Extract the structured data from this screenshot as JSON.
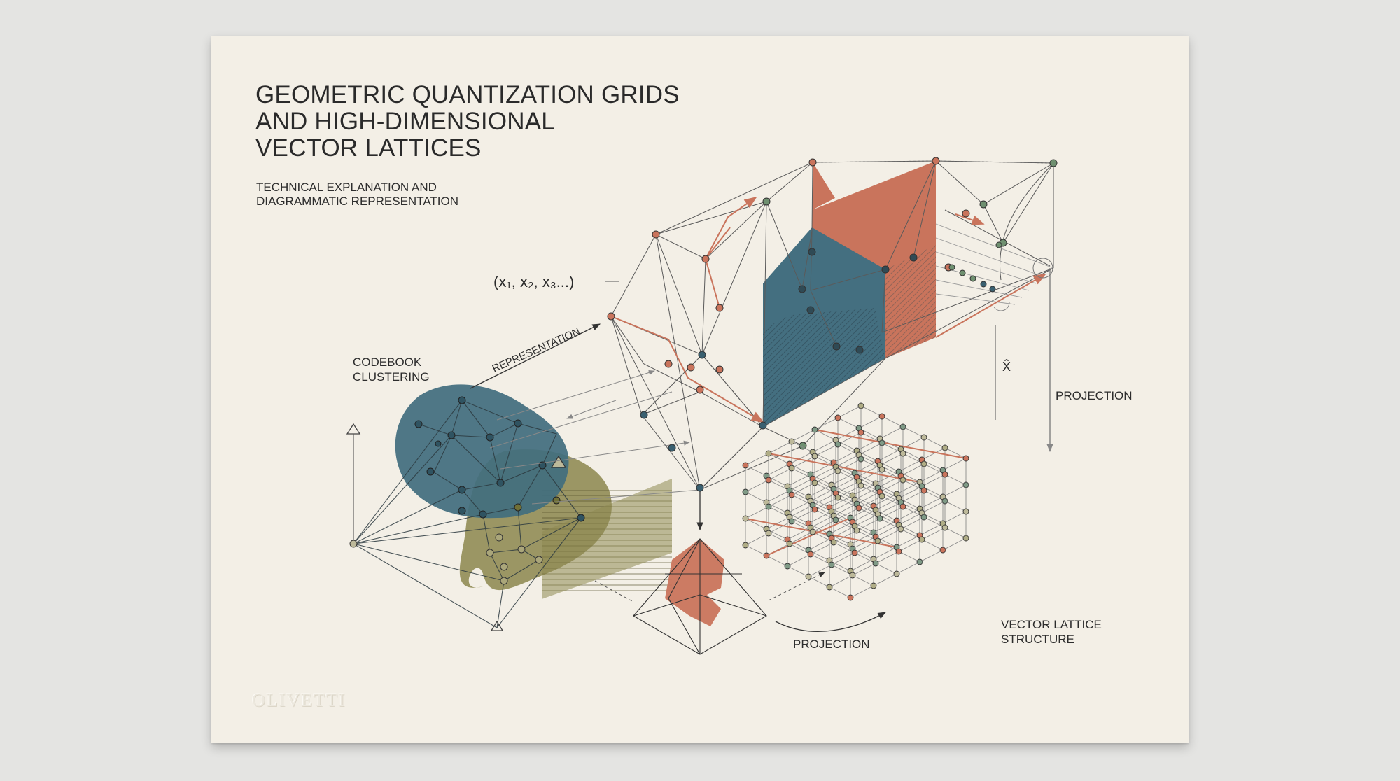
{
  "poster": {
    "title_lines": [
      "GEOMETRIC QUANTIZATION GRIDS",
      "AND HIGH-DIMENSIONAL",
      "VECTOR LATTICES"
    ],
    "subtitle_lines": [
      "TECHNICAL EXPLANATION AND",
      "DIAGRAMMATIC REPRESENTATION"
    ],
    "brand": "OLIVETTI"
  },
  "labels": {
    "vector_notation": "(x₁, x₂, x₃...)",
    "representation": "REPRESENTATION",
    "codebook_line1": "CODEBOOK",
    "codebook_line2": "CLUSTERING",
    "x_hat": "X̂",
    "projection_right": "PROJECTION",
    "projection_bottom": "PROJECTION",
    "lattice_line1": "VECTOR LATTICE",
    "lattice_line2": "STRUCTURE"
  },
  "colors": {
    "paper": "#f3efe6",
    "teal": "#4a7484",
    "terracotta": "#c9745c",
    "olive": "#8e8a52",
    "ink": "#2a2a2a",
    "line": "#6a6a6a"
  }
}
